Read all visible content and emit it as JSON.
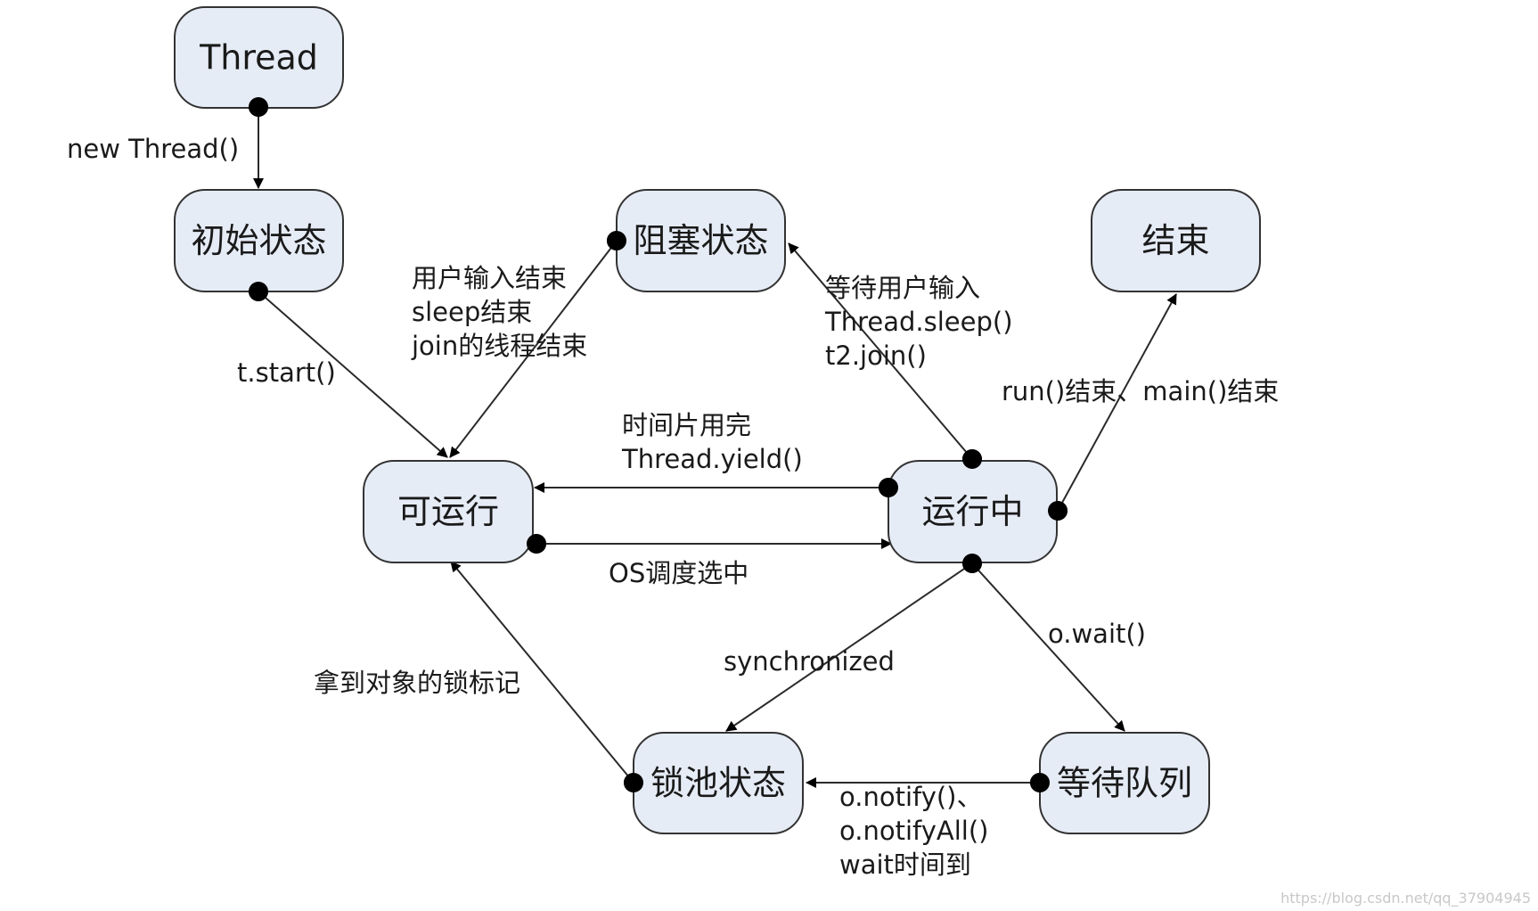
{
  "nodes": {
    "thread": "Thread",
    "init": "初始状态",
    "blocked": "阻塞状态",
    "end": "结束",
    "runnable": "可运行",
    "running": "运行中",
    "lockpool": "锁池状态",
    "waitqueue": "等待队列"
  },
  "edges": {
    "new_thread": [
      "new Thread()"
    ],
    "start": [
      "t.start()"
    ],
    "block_end": [
      "用户输入结束",
      "sleep结束",
      "join的线程结束"
    ],
    "to_blocked": [
      "等待用户输入",
      "Thread.sleep()",
      "t2.join()"
    ],
    "run_end": [
      "run()结束、main()结束"
    ],
    "yield": [
      "时间片用完",
      "Thread.yield()"
    ],
    "schedule": [
      "OS调度选中"
    ],
    "synchronized": [
      "synchronized"
    ],
    "wait": [
      "o.wait()"
    ],
    "got_lock": [
      "拿到对象的锁标记"
    ],
    "notify": [
      "o.notify()、",
      "o.notifyAll()",
      "wait时间到"
    ]
  },
  "watermark": "https://blog.csdn.net/qq_37904945",
  "colors": {
    "node_fill": "#e6ecf6",
    "node_stroke": "#333333",
    "line": "#2a2a2a"
  }
}
